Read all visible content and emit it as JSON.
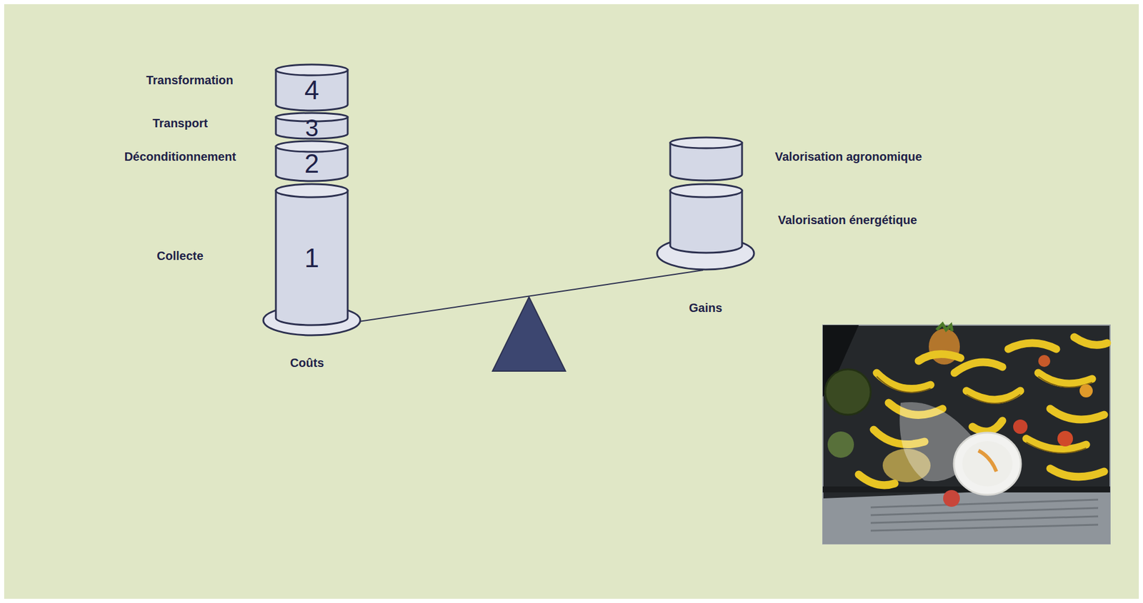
{
  "diagram": {
    "nodes": [
      {
        "text": [
          "Transformation",
          "4"
        ]
      },
      {
        "text": [
          "Transport",
          "3"
        ]
      },
      {
        "text": [
          "Déconditionnement",
          "2"
        ]
      },
      {
        "text": [
          "Collecte",
          "1"
        ]
      },
      {
        "text": [
          "Coûts"
        ]
      },
      {
        "text": [
          "Valorisation agronomique"
        ]
      },
      {
        "text": [
          "Valorisation énergétique"
        ]
      },
      {
        "text": [
          "Gains"
        ]
      }
    ],
    "edges": [
      {
        "from": 4,
        "to": 7,
        "arrow": "none"
      }
    ]
  }
}
